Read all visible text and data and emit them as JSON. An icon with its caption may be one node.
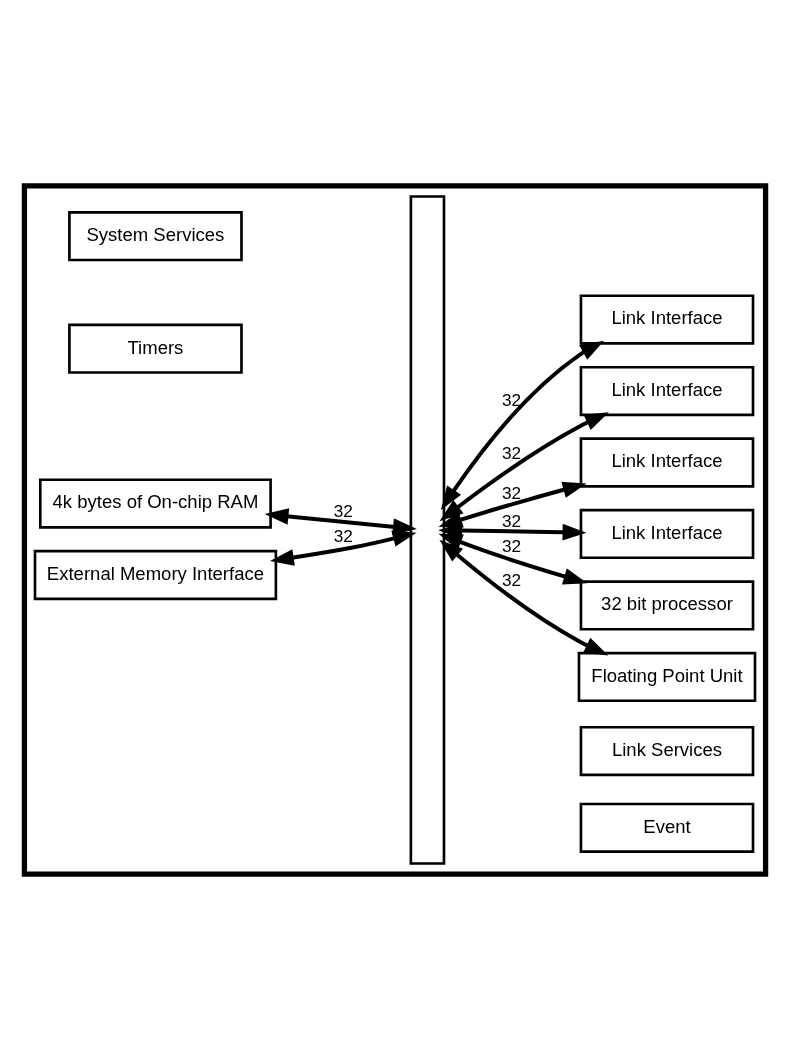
{
  "diagram": {
    "nodes": [
      {
        "text": [],
        "shape": "box"
      },
      {
        "text": [
          "Floating Point Unit"
        ],
        "in": 0
      },
      {
        "text": [
          "System Services"
        ],
        "in": 0
      },
      {
        "text": [
          "Timers"
        ],
        "in": 0
      },
      {
        "text": [
          "4k bytes of On-chip RAM"
        ],
        "in": 0
      },
      {
        "text": [
          "External Memory Interface"
        ],
        "in": 0
      },
      {
        "text": [],
        "shape": "bar",
        "in": 0
      },
      {
        "text": [
          "32 bit processor"
        ],
        "in": 0
      },
      {
        "text": [
          "Link Services"
        ],
        "in": 0
      },
      {
        "text": [
          "Link Interface"
        ],
        "in": 0
      },
      {
        "text": [
          "Link Interface"
        ],
        "in": 0
      },
      {
        "text": [
          "Link Interface"
        ],
        "in": 0
      },
      {
        "text": [
          "Link Interface"
        ],
        "in": 0
      },
      {
        "text": [
          "Event"
        ],
        "in": 0
      }
    ],
    "edges": [
      {
        "from": 6,
        "to": 1,
        "arrow": "both",
        "label": "32"
      },
      {
        "from": 6,
        "to": 7,
        "arrow": "both",
        "label": "32"
      },
      {
        "from": 4,
        "to": 6,
        "arrow": "both",
        "label": "32"
      },
      {
        "from": 6,
        "to": 9,
        "arrow": "both",
        "label": "32"
      },
      {
        "from": 6,
        "to": 10,
        "arrow": "both",
        "label": "32"
      },
      {
        "from": 6,
        "to": 11,
        "arrow": "both",
        "label": "32"
      },
      {
        "from": 6,
        "to": 12,
        "arrow": "both",
        "label": "32"
      },
      {
        "from": 5,
        "to": 6,
        "arrow": "both",
        "label": "32"
      }
    ]
  }
}
